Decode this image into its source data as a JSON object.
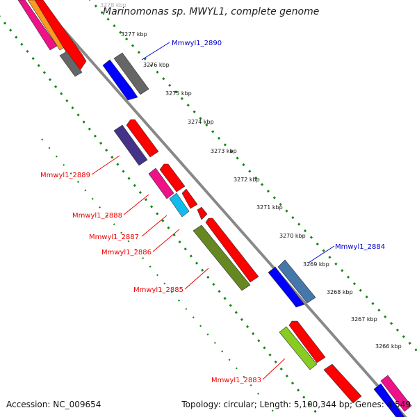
{
  "title": "Marinomonas sp. MWYL1, complete genome",
  "footer": {
    "accession": "Accession: NC_009654",
    "summary": "Topology: circular; Length: 5,100,344 bp; Genes: 4,549"
  },
  "colors": {
    "red": "#ff0000",
    "blue": "#0000ff",
    "grey": "#666666",
    "backbone": "#888888",
    "tick_dots": "#118811",
    "label_red": "#ee0000",
    "label_blue": "#0000cc"
  },
  "ticks": [
    {
      "label": "3278 kbp",
      "faded": true
    },
    {
      "label": "3277 kbp"
    },
    {
      "label": "3276 kbp"
    },
    {
      "label": "3275 kbp"
    },
    {
      "label": "3274 kbp"
    },
    {
      "label": "3273 kbp"
    },
    {
      "label": "3272 kbp"
    },
    {
      "label": "3271 kbp"
    },
    {
      "label": "3270 kbp"
    },
    {
      "label": "3269 kbp"
    },
    {
      "label": "3268 kbp"
    },
    {
      "label": "3267 kbp"
    },
    {
      "label": "3266 kbp"
    }
  ],
  "gene_labels": [
    {
      "text": "Mmwyl1_2890",
      "color": "blue"
    },
    {
      "text": "Mmwyl1_2889",
      "color": "red"
    },
    {
      "text": "Mmwyl1_2888",
      "color": "red"
    },
    {
      "text": "Mmwyl1_2887",
      "color": "red"
    },
    {
      "text": "Mmwyl1_2886",
      "color": "red"
    },
    {
      "text": "Mmwyl1_2885",
      "color": "red"
    },
    {
      "text": "Mmwyl1_2884",
      "color": "blue"
    },
    {
      "text": "Mmwyl1_2883",
      "color": "red"
    }
  ]
}
